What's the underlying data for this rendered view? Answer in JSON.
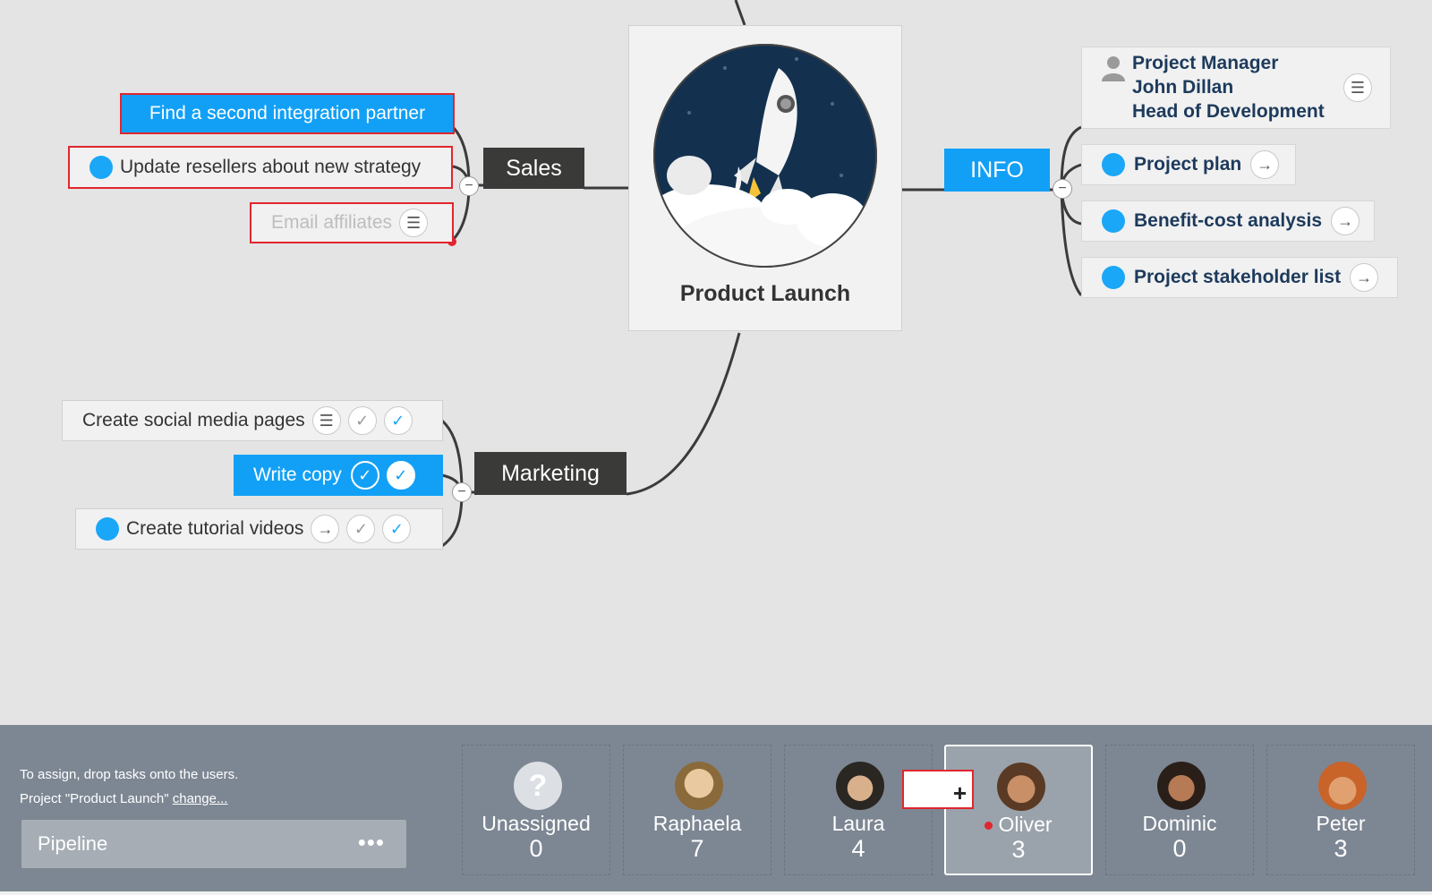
{
  "map": {
    "center_title": "Product Launch",
    "categories": {
      "sales": "Sales",
      "marketing": "Marketing",
      "info": "INFO"
    },
    "sales_tasks": [
      {
        "label": "Find a second integration partner"
      },
      {
        "label": "Update resellers about new strategy"
      },
      {
        "label": "Email affiliates"
      }
    ],
    "marketing_tasks": [
      {
        "label": "Create social media pages"
      },
      {
        "label": "Write copy"
      },
      {
        "label": "Create tutorial videos"
      }
    ],
    "info": {
      "contact_lines": [
        "Project Manager",
        "John Dillan",
        "Head of Development"
      ],
      "items": [
        {
          "label": "Project plan"
        },
        {
          "label": "Benefit-cost analysis"
        },
        {
          "label": "Project stakeholder list"
        }
      ]
    }
  },
  "panel": {
    "hint_line1": "To assign, drop tasks onto the users.",
    "hint_line2_prefix": "Project \"Product Launch\" ",
    "hint_change": "change...",
    "pipeline_label": "Pipeline",
    "pipeline_more": "•••",
    "users": [
      {
        "name": "Unassigned",
        "count": "0",
        "avatar": "question-icon"
      },
      {
        "name": "Raphaela",
        "count": "7",
        "avatar": "avatar"
      },
      {
        "name": "Laura",
        "count": "4",
        "avatar": "avatar"
      },
      {
        "name": "Oliver",
        "count": "3",
        "avatar": "avatar"
      },
      {
        "name": "Dominic",
        "count": "0",
        "avatar": "avatar"
      },
      {
        "name": "Peter",
        "count": "3",
        "avatar": "avatar"
      }
    ]
  },
  "colors": {
    "accent_blue": "#12a0f6",
    "selection_red": "#e0262f",
    "category_dark": "#3a3a38",
    "panel_gray": "#7d8793"
  }
}
